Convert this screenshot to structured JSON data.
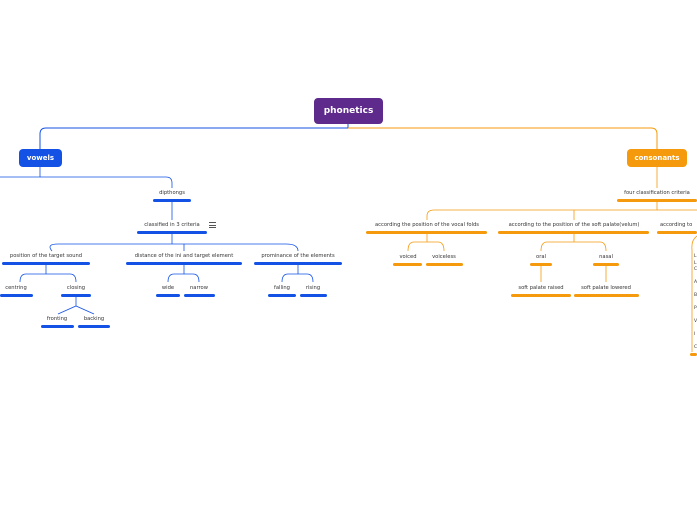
{
  "root": {
    "label": "phonetics"
  },
  "vowels": {
    "label": "vowels",
    "diphthongs": "dipthongs",
    "classified": "classified in 3 criteria",
    "criteria": [
      {
        "label": "position of the target sound",
        "children": [
          "centring",
          "closing"
        ],
        "closing_children": [
          "fronting",
          "backing"
        ]
      },
      {
        "label": "distance of the ini and target element",
        "children": [
          "wide",
          "narrow"
        ]
      },
      {
        "label": "prominance of the elements",
        "children": [
          "falling",
          "rising"
        ]
      }
    ]
  },
  "consonants": {
    "label": "consonants",
    "classification": "four classification criteria",
    "criteria": [
      {
        "label": "according the position of the vocal folds",
        "children": [
          "voiced",
          "voiceless"
        ]
      },
      {
        "label": "according to the position of the soft palate(velum)",
        "children": [
          "oral",
          "nasal"
        ],
        "grandchildren": [
          "soft palate raised",
          "soft palate lowered"
        ]
      },
      {
        "label": "according to"
      }
    ],
    "edge_letters": [
      "L",
      "L",
      "C",
      "A",
      "B",
      "P",
      "V",
      "I",
      "C"
    ]
  },
  "colors": {
    "root": "#5e2a8c",
    "vowels": "#1452e6",
    "consonants": "#f59a0c"
  },
  "icons": {
    "note": "notes-icon"
  }
}
